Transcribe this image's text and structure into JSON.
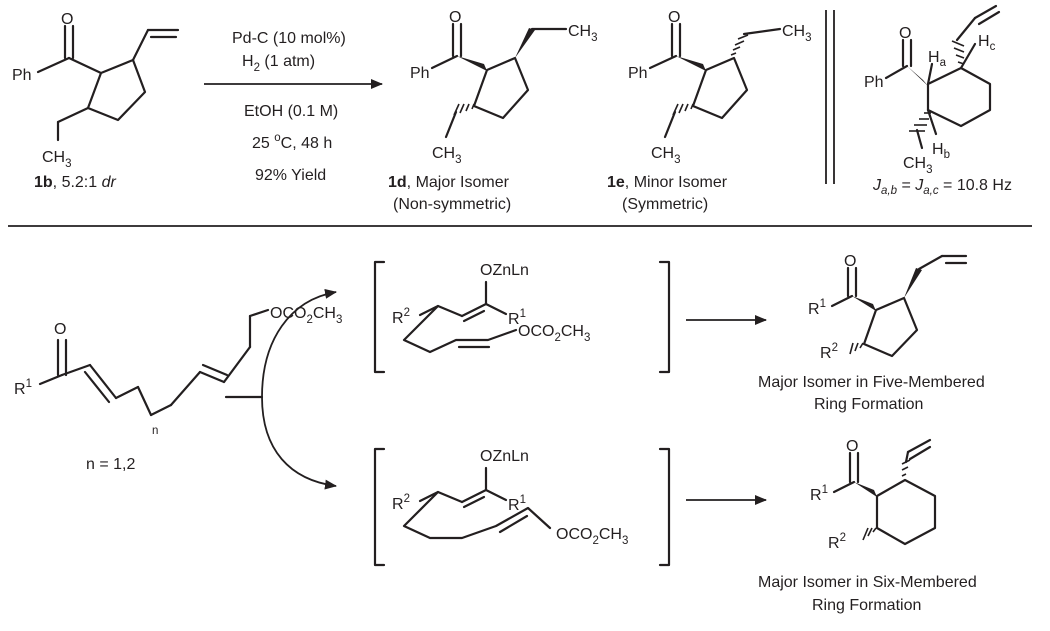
{
  "reaction": {
    "reagents": {
      "catalyst": "Pd-C (10 mol%)",
      "hydrogen": "H",
      "hydrogen_sub": "2",
      "hydrogen_rest": " (1 atm)",
      "solvent": "EtOH (0.1 M)",
      "temp_pre": "25 ",
      "temp_sup": "o",
      "temp_post": "C, 48 h",
      "yield": "92% Yield"
    },
    "sm": {
      "id": "1b",
      "note": ", 5.2:1 ",
      "dr": "dr"
    },
    "major": {
      "id": "1d",
      "label": ", Major Isomer",
      "desc": "(Non-symmetric)"
    },
    "minor": {
      "id": "1e",
      "label": ", Minor Isomer",
      "desc": "(Symmetric)"
    },
    "coupling": {
      "j": "J",
      "ab": "a,b",
      "eq": " = ",
      "ac": "a,c",
      "val": " = 10.8 Hz"
    }
  },
  "atoms": {
    "ph": "Ph",
    "o": "O",
    "ch": "CH",
    "three": "3",
    "ha": "H",
    "a": "a",
    "hb": "H",
    "b": "b",
    "hc": "H",
    "c": "c",
    "r": "R",
    "one": "1",
    "two": "2",
    "oco": "OCO",
    "oco_tail": "CH",
    "ozn": "OZnLn",
    "n": "n"
  },
  "mechanism": {
    "n_values": "n = 1,2",
    "five_line1": "Major Isomer in Five-Membered",
    "five_line2": "Ring Formation",
    "six_line1": "Major Isomer in Six-Membered",
    "six_line2": "Ring Formation"
  }
}
